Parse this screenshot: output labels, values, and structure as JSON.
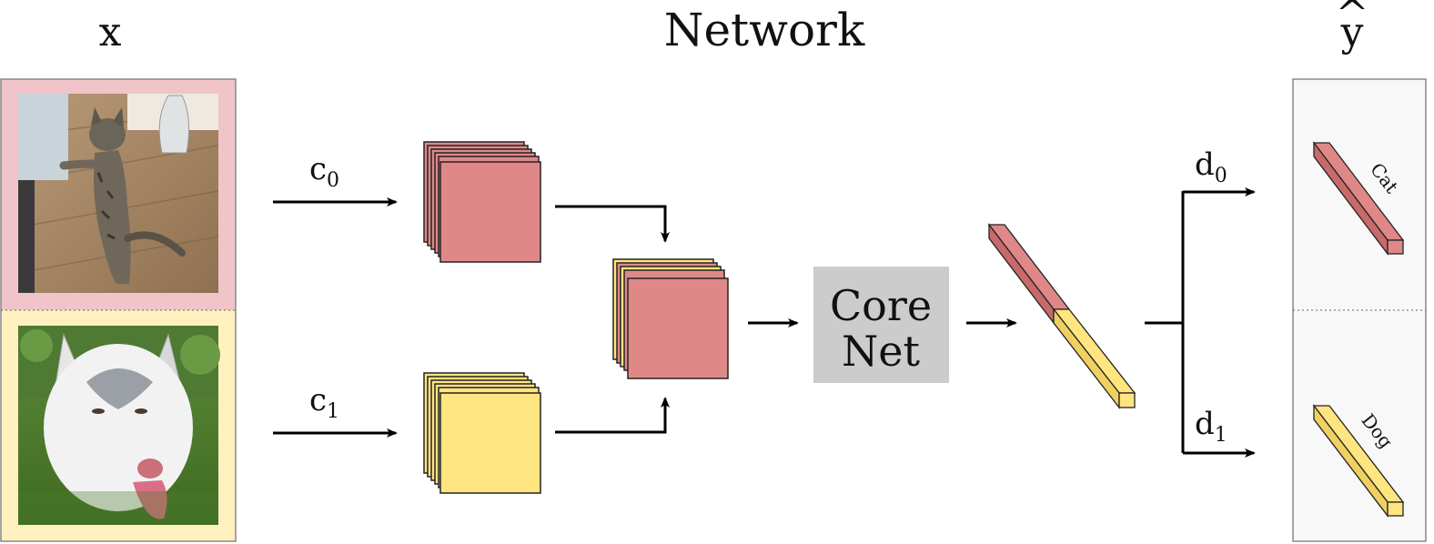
{
  "header": {
    "input_label": "x",
    "network_label": "Network",
    "output_label": "y",
    "output_hat": "^"
  },
  "channels": {
    "c0": {
      "base": "c",
      "sub": "0"
    },
    "c1": {
      "base": "c",
      "sub": "1"
    }
  },
  "core": {
    "line1": "Core",
    "line2": "Net"
  },
  "decoders": {
    "d0": {
      "base": "d",
      "sub": "0"
    },
    "d1": {
      "base": "d",
      "sub": "1"
    }
  },
  "outputs": {
    "cat_label": "Cat",
    "dog_label": "Dog"
  },
  "colors": {
    "red_fill": "#e08888",
    "yellow_fill": "#ffe580",
    "cat_panel_bg": "#f0c4c8",
    "dog_panel_bg": "#fff0c0",
    "core_bg": "#cccccc",
    "output_panel_bg": "#f8f8f8"
  }
}
